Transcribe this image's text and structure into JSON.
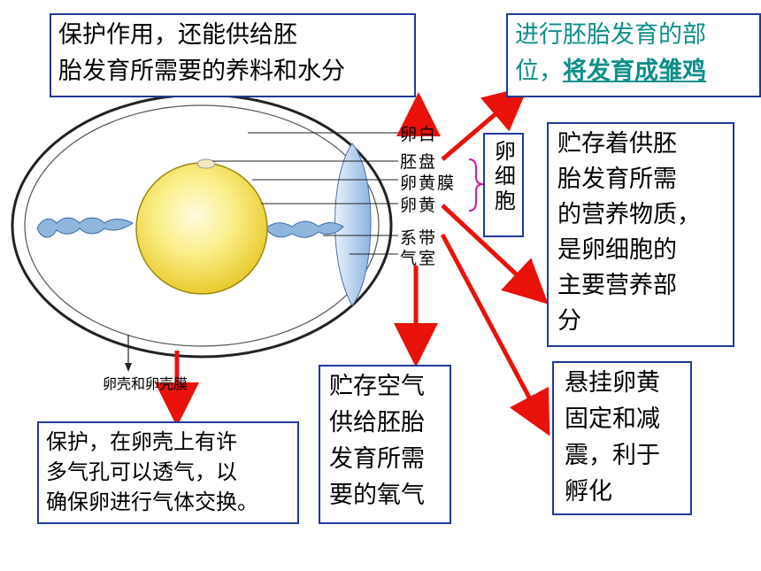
{
  "boxes": {
    "top_left": [
      "保护作用，还能供给胚",
      "胎发育所需要的养料和水分"
    ],
    "top_right_line1": "进行胚胎发育的部",
    "top_right_line2_prefix": "位，",
    "top_right_line2_underlined": "将发育成雏鸡",
    "yolk_info": [
      "贮存着供胚",
      "胎发育所需",
      "的营养物质，",
      "是卵细胞的",
      "主要营养部",
      "分"
    ],
    "air_info": [
      "贮存空气",
      "供给胚胎",
      "发育所需",
      "要的氧气"
    ],
    "chalaza_info": [
      "悬挂卵黄",
      "固定和减",
      "震，利于",
      "孵化"
    ],
    "shell_info": [
      "保护，在卵壳上有许",
      "多气孔可以透气，以",
      "确保卵进行气体交换。"
    ],
    "egg_cell": "卵细胞"
  },
  "labels": {
    "albumen": "卵白",
    "blastodisc": "胚盘",
    "yolk_membrane": "卵黄膜",
    "yolk": "卵黄",
    "chalaza": "系带",
    "air_cell": "气室",
    "shell": "卵壳和卵壳膜"
  },
  "colors": {
    "box_border": "#1f3a9a",
    "arrow": "#e8120a",
    "teal_text": "#0c8f8a",
    "brace": "#d11aa6",
    "yolk": "#f6e35a",
    "air_cell": "#a9c8ea",
    "chalaza": "#8fb6dd"
  }
}
